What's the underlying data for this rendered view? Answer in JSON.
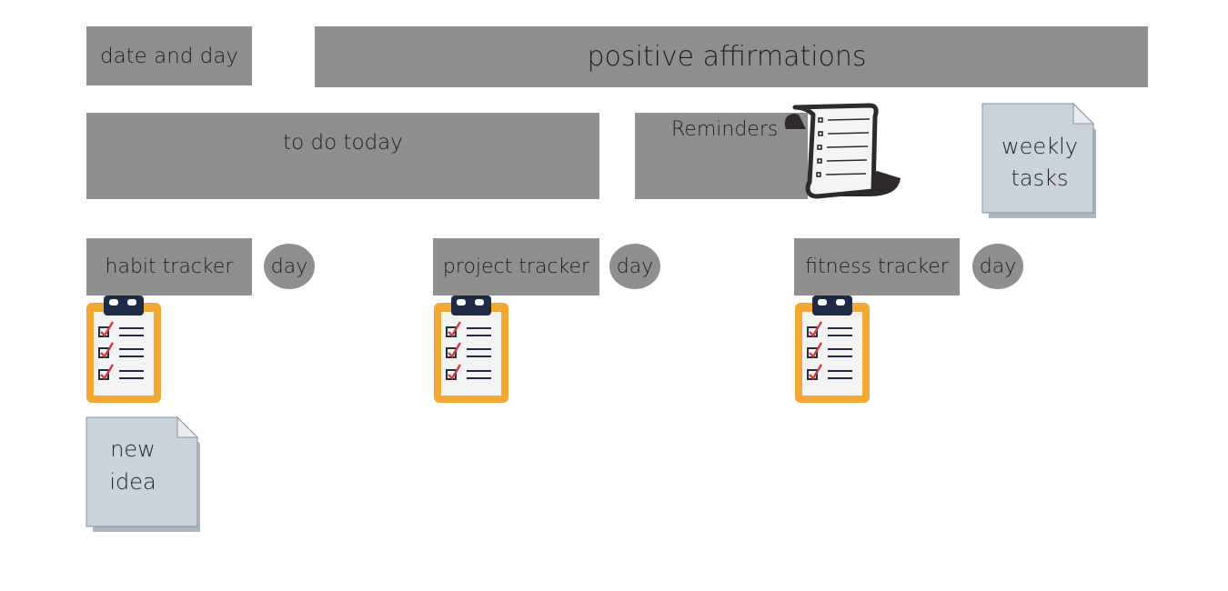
{
  "blocks": {
    "date_and_day": "date and day",
    "positive_affirmations": "positive affirmations",
    "to_do_today": "to do today",
    "reminders": "Reminders"
  },
  "notes": {
    "weekly": [
      "weekly",
      "tasks"
    ],
    "new_idea": [
      "new",
      "idea"
    ]
  },
  "trackers": [
    {
      "label": "habit tracker",
      "day": "day"
    },
    {
      "label": "project tracker",
      "day": "day"
    },
    {
      "label": "fitness tracker",
      "day": "day"
    }
  ],
  "colors": {
    "block": "#8f8f8f",
    "note_fill": "#cad2dc",
    "clipboard_frame": "#f3a833",
    "clipboard_clip": "#1f2a44",
    "check": "#d33a3a"
  },
  "icons": [
    "scroll-list-icon",
    "clipboard-checklist-icon"
  ]
}
